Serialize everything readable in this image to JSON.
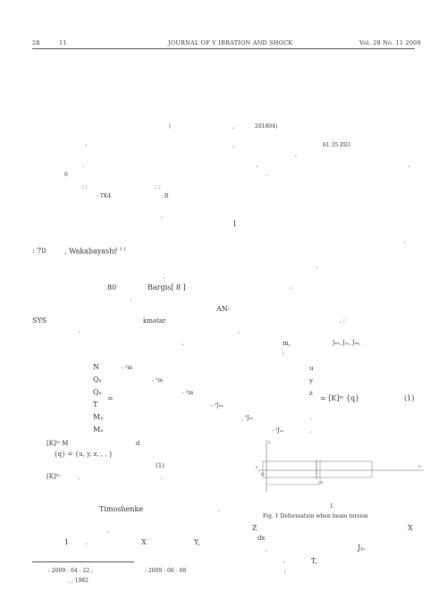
{
  "header": {
    "page_no": "28",
    "issue": "11",
    "journal": "JOURNAL OF V IBRATION AND SHOCK",
    "volume": "Vol. 28 No. 11  2009"
  },
  "abstract": {
    "paren_open": "(",
    "comma1": ",",
    "postcode": "201804)",
    "colon1": ":",
    "comma2": ",",
    "fund_code": "61 35 Z03",
    "comma3": ",",
    "comma4": ",",
    "comma5": ",",
    "comma6": ",",
    "digit6": "6",
    "period1": ".",
    "kw_marks": "; ;",
    "kw_marks2": "; ;",
    "tk_label": ": TK4",
    "doc_label": ": B"
  },
  "intro": {
    "comma7": ",",
    "roman_one": "1",
    "comma8": ",",
    "year_ref": ": 70",
    "wakabayashi": ", Wakabayashi",
    "ref1": "[ 1 ]",
    "comma9": ",",
    "comma10": ",",
    "num80": "80",
    "bargis": "Bargis[ 8 ]",
    "comma11": ",",
    "comma12": ","
  },
  "ansys": {
    "an": "AN-",
    "sys": "SYS",
    "kmatar": "kmatar",
    "comma13": ",",
    "comma_colon": ",  :",
    "comma14": ",",
    "comma15": ",",
    "comma16": ",",
    "m_label": "m,",
    "j_labels": "Jₓₓ, Jᵧᵧ, Jᵤᵤ,",
    "colon2": ":"
  },
  "matrix": {
    "left": [
      "N",
      "Qᵧ",
      "Qₔ",
      "T",
      "Mᵧ",
      "Mₔ"
    ],
    "mid": [
      "- ²m",
      "- ²m",
      "- ²m",
      "- ²Jₓₓ",
      ", ²Jᵧᵧ",
      "- ²Jₔₔ"
    ],
    "right": [
      "u",
      "y",
      "z",
      "",
      "",
      ""
    ],
    "eq_sign": "=",
    "rhs": "= [K]ᵐ {q}",
    "eq_no": "(1)"
  },
  "body": {
    "km_line": "[K]ᵐ M",
    "d_letter": "d",
    "q_line": "{q} = {u, y, z,  ,  ,  }",
    "eq_ref": "(1)",
    "km2": "[K]ᵐ",
    "comma17": ",",
    "comma18": ",",
    "timoshenke": "Timoshenke",
    "comma19": ",",
    "comma20": ",",
    "one": "1",
    "comma21": ",",
    "x_axis": "X",
    "y_axis": "Y,",
    "z_letter": "Z",
    "x_letter": "X",
    "dx": "dx",
    "comma22": ",",
    "j_letter": "Jᵧ.",
    "t_letter": "T,",
    "period2": ",",
    "semicolon": ";"
  },
  "figure": {
    "number": "1",
    "caption": "Fig. 1 Deformation when beam torsion",
    "y_label": "y",
    "x_label": "x",
    "z_label": "z",
    "o_label": "O",
    "dx_label": "dx"
  },
  "footnote": {
    "received": ":  2009 - 04 - 22 ;",
    "revised": ":  2009 - 06 - 08",
    "birth": ",    , 1982"
  }
}
